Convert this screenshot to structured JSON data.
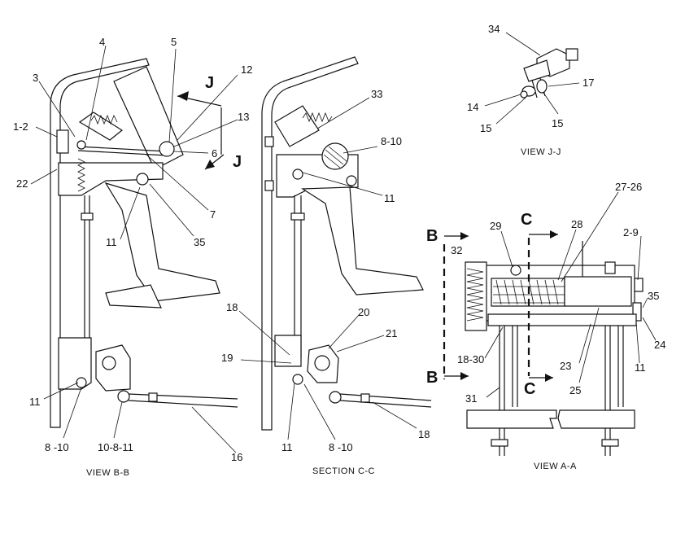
{
  "views": {
    "bb": {
      "caption": "VIEW B-B"
    },
    "cc": {
      "caption": "SECTION C-C"
    },
    "jj": {
      "caption": "VIEW J-J"
    },
    "aa": {
      "caption": "VIEW A-A"
    }
  },
  "section_markers": {
    "j": "J",
    "b": "B",
    "c": "C"
  },
  "callouts": {
    "bb": [
      "1-2",
      "3",
      "4",
      "5",
      "12",
      "13",
      "6",
      "22",
      "7",
      "11",
      "35",
      "11",
      "8 -10",
      "10-8-11",
      "16"
    ],
    "cc": [
      "33",
      "8-10",
      "11",
      "18",
      "20",
      "21",
      "19",
      "11",
      "8 -10",
      "18"
    ],
    "jj": [
      "34",
      "17",
      "14",
      "15",
      "15"
    ],
    "aa": [
      "27-26",
      "29",
      "28",
      "32",
      "2-9",
      "35",
      "24",
      "11",
      "18-30",
      "23",
      "25",
      "31"
    ]
  },
  "colors": {
    "ink": "#111111",
    "paper": "#ffffff"
  }
}
